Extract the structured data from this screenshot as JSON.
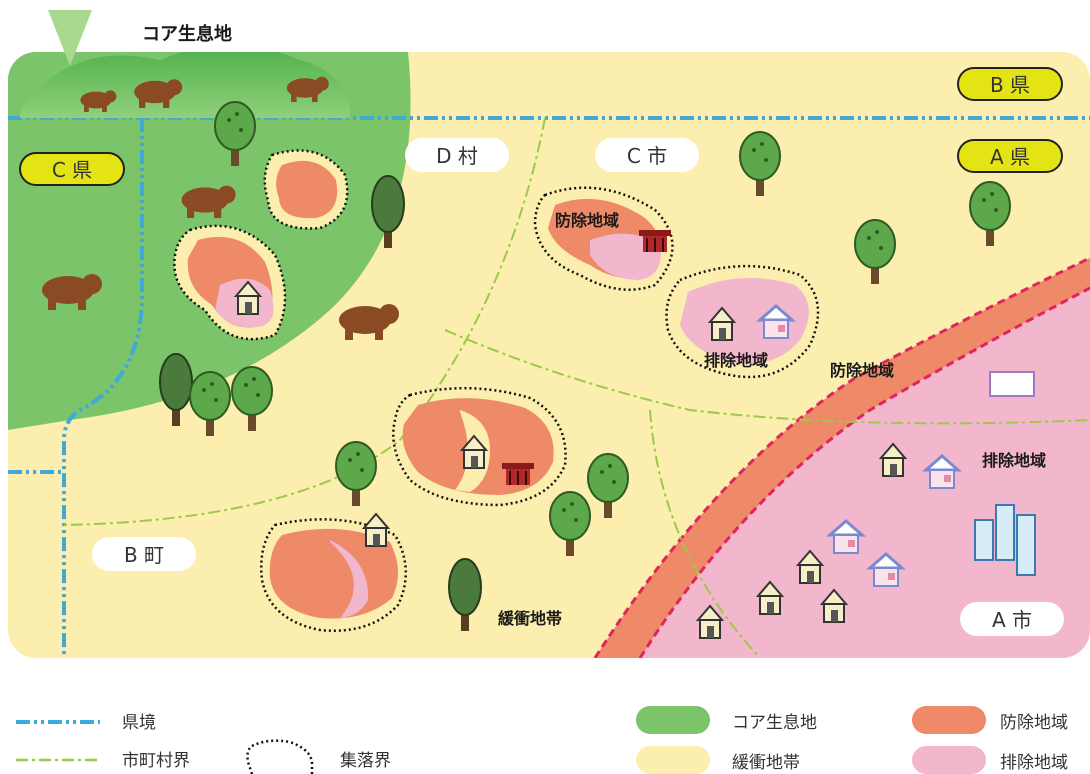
{
  "labels": {
    "core_title": "コア生息地",
    "b_ken": "B 県",
    "a_ken": "A 県",
    "c_ken": "C 県",
    "d_mura": "D 村",
    "c_shi": "C 市",
    "b_machi": "B 町",
    "a_shi": "A 市",
    "bojo_1": "防除地域",
    "haijo_1": "排除地域",
    "bojo_band": "防除地域",
    "haijo_a": "排除地域",
    "kanshou": "緩衝地帯"
  },
  "legend": {
    "pref_border": "県境",
    "muni_border": "市町村界",
    "village_border": "集落界",
    "core": "コア生息地",
    "buffer": "緩衝地帯",
    "control": "防除地域",
    "exclusion": "排除地域"
  },
  "colors": {
    "core": "#7cc46a",
    "buffer": "#fbeeae",
    "control": "#ee8a68",
    "exclusion": "#f2b6cd",
    "pref_border": "#3fa9d8",
    "muni_border": "#9cc94a",
    "band_edge": "#e0245e",
    "pill": "#e4e414"
  }
}
